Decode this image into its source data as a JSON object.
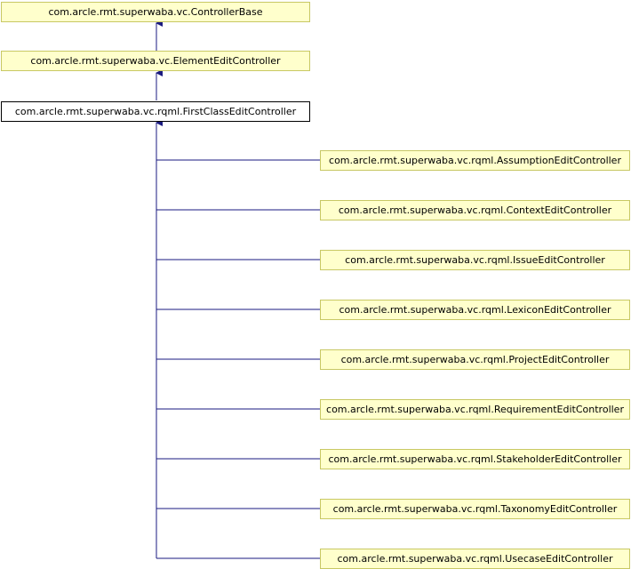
{
  "diagram": {
    "colors": {
      "edge": "#1a1a80",
      "node_fill": "#ffffcc",
      "node_border": "#c8c864",
      "current_fill": "#ffffff",
      "current_border": "#000000"
    },
    "ancestors": [
      {
        "label": "com.arcle.rmt.superwaba.vc.ControllerBase"
      },
      {
        "label": "com.arcle.rmt.superwaba.vc.ElementEditController"
      }
    ],
    "current": {
      "label": "com.arcle.rmt.superwaba.vc.rqml.FirstClassEditController"
    },
    "subclasses": [
      {
        "label": "com.arcle.rmt.superwaba.vc.rqml.AssumptionEditController"
      },
      {
        "label": "com.arcle.rmt.superwaba.vc.rqml.ContextEditController"
      },
      {
        "label": "com.arcle.rmt.superwaba.vc.rqml.IssueEditController"
      },
      {
        "label": "com.arcle.rmt.superwaba.vc.rqml.LexiconEditController"
      },
      {
        "label": "com.arcle.rmt.superwaba.vc.rqml.ProjectEditController"
      },
      {
        "label": "com.arcle.rmt.superwaba.vc.rqml.RequirementEditController"
      },
      {
        "label": "com.arcle.rmt.superwaba.vc.rqml.StakeholderEditController"
      },
      {
        "label": "com.arcle.rmt.superwaba.vc.rqml.TaxonomyEditController"
      },
      {
        "label": "com.arcle.rmt.superwaba.vc.rqml.UsecaseEditController"
      }
    ]
  }
}
